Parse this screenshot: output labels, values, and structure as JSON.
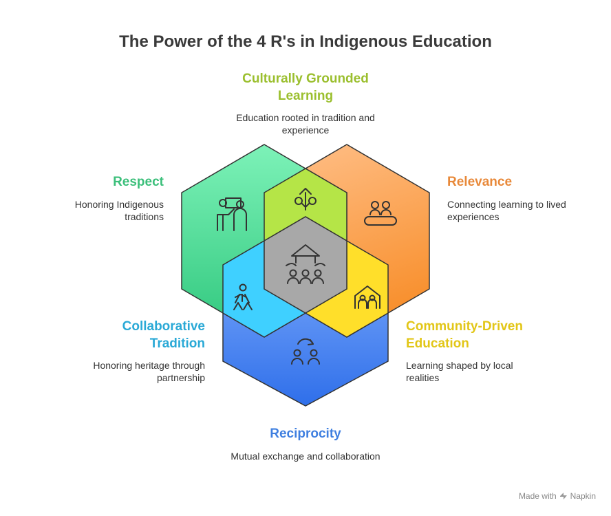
{
  "title": "The Power of the 4 R's in Indigenous Education",
  "sections": {
    "culturally_grounded": {
      "label": "Culturally Grounded Learning",
      "description": "Education rooted in tradition and experience",
      "color": "#9bbf2e",
      "icon": "sprout-house-icon"
    },
    "respect": {
      "label": "Respect",
      "description": "Honoring Indigenous traditions",
      "color": "#3bbf7a",
      "icon": "teacher-presenting-icon"
    },
    "relevance": {
      "label": "Relevance",
      "description": "Connecting learning to lived experiences",
      "color": "#e8893a",
      "icon": "people-at-table-icon"
    },
    "collaborative": {
      "label": "Collaborative Tradition",
      "description": "Honoring heritage through partnership",
      "color": "#2aa9d6",
      "icon": "people-dancing-icon"
    },
    "community": {
      "label": "Community-Driven Education",
      "description": "Learning shaped by local realities",
      "color": "#e2c617",
      "icon": "family-house-icon"
    },
    "reciprocity": {
      "label": "Reciprocity",
      "description": "Mutual exchange and collaboration",
      "color": "#3f7fe0",
      "icon": "people-exchange-icon"
    }
  },
  "center": {
    "icon": "community-gathering-icon"
  },
  "footer": {
    "made_with": "Made with",
    "brand": "Napkin"
  }
}
